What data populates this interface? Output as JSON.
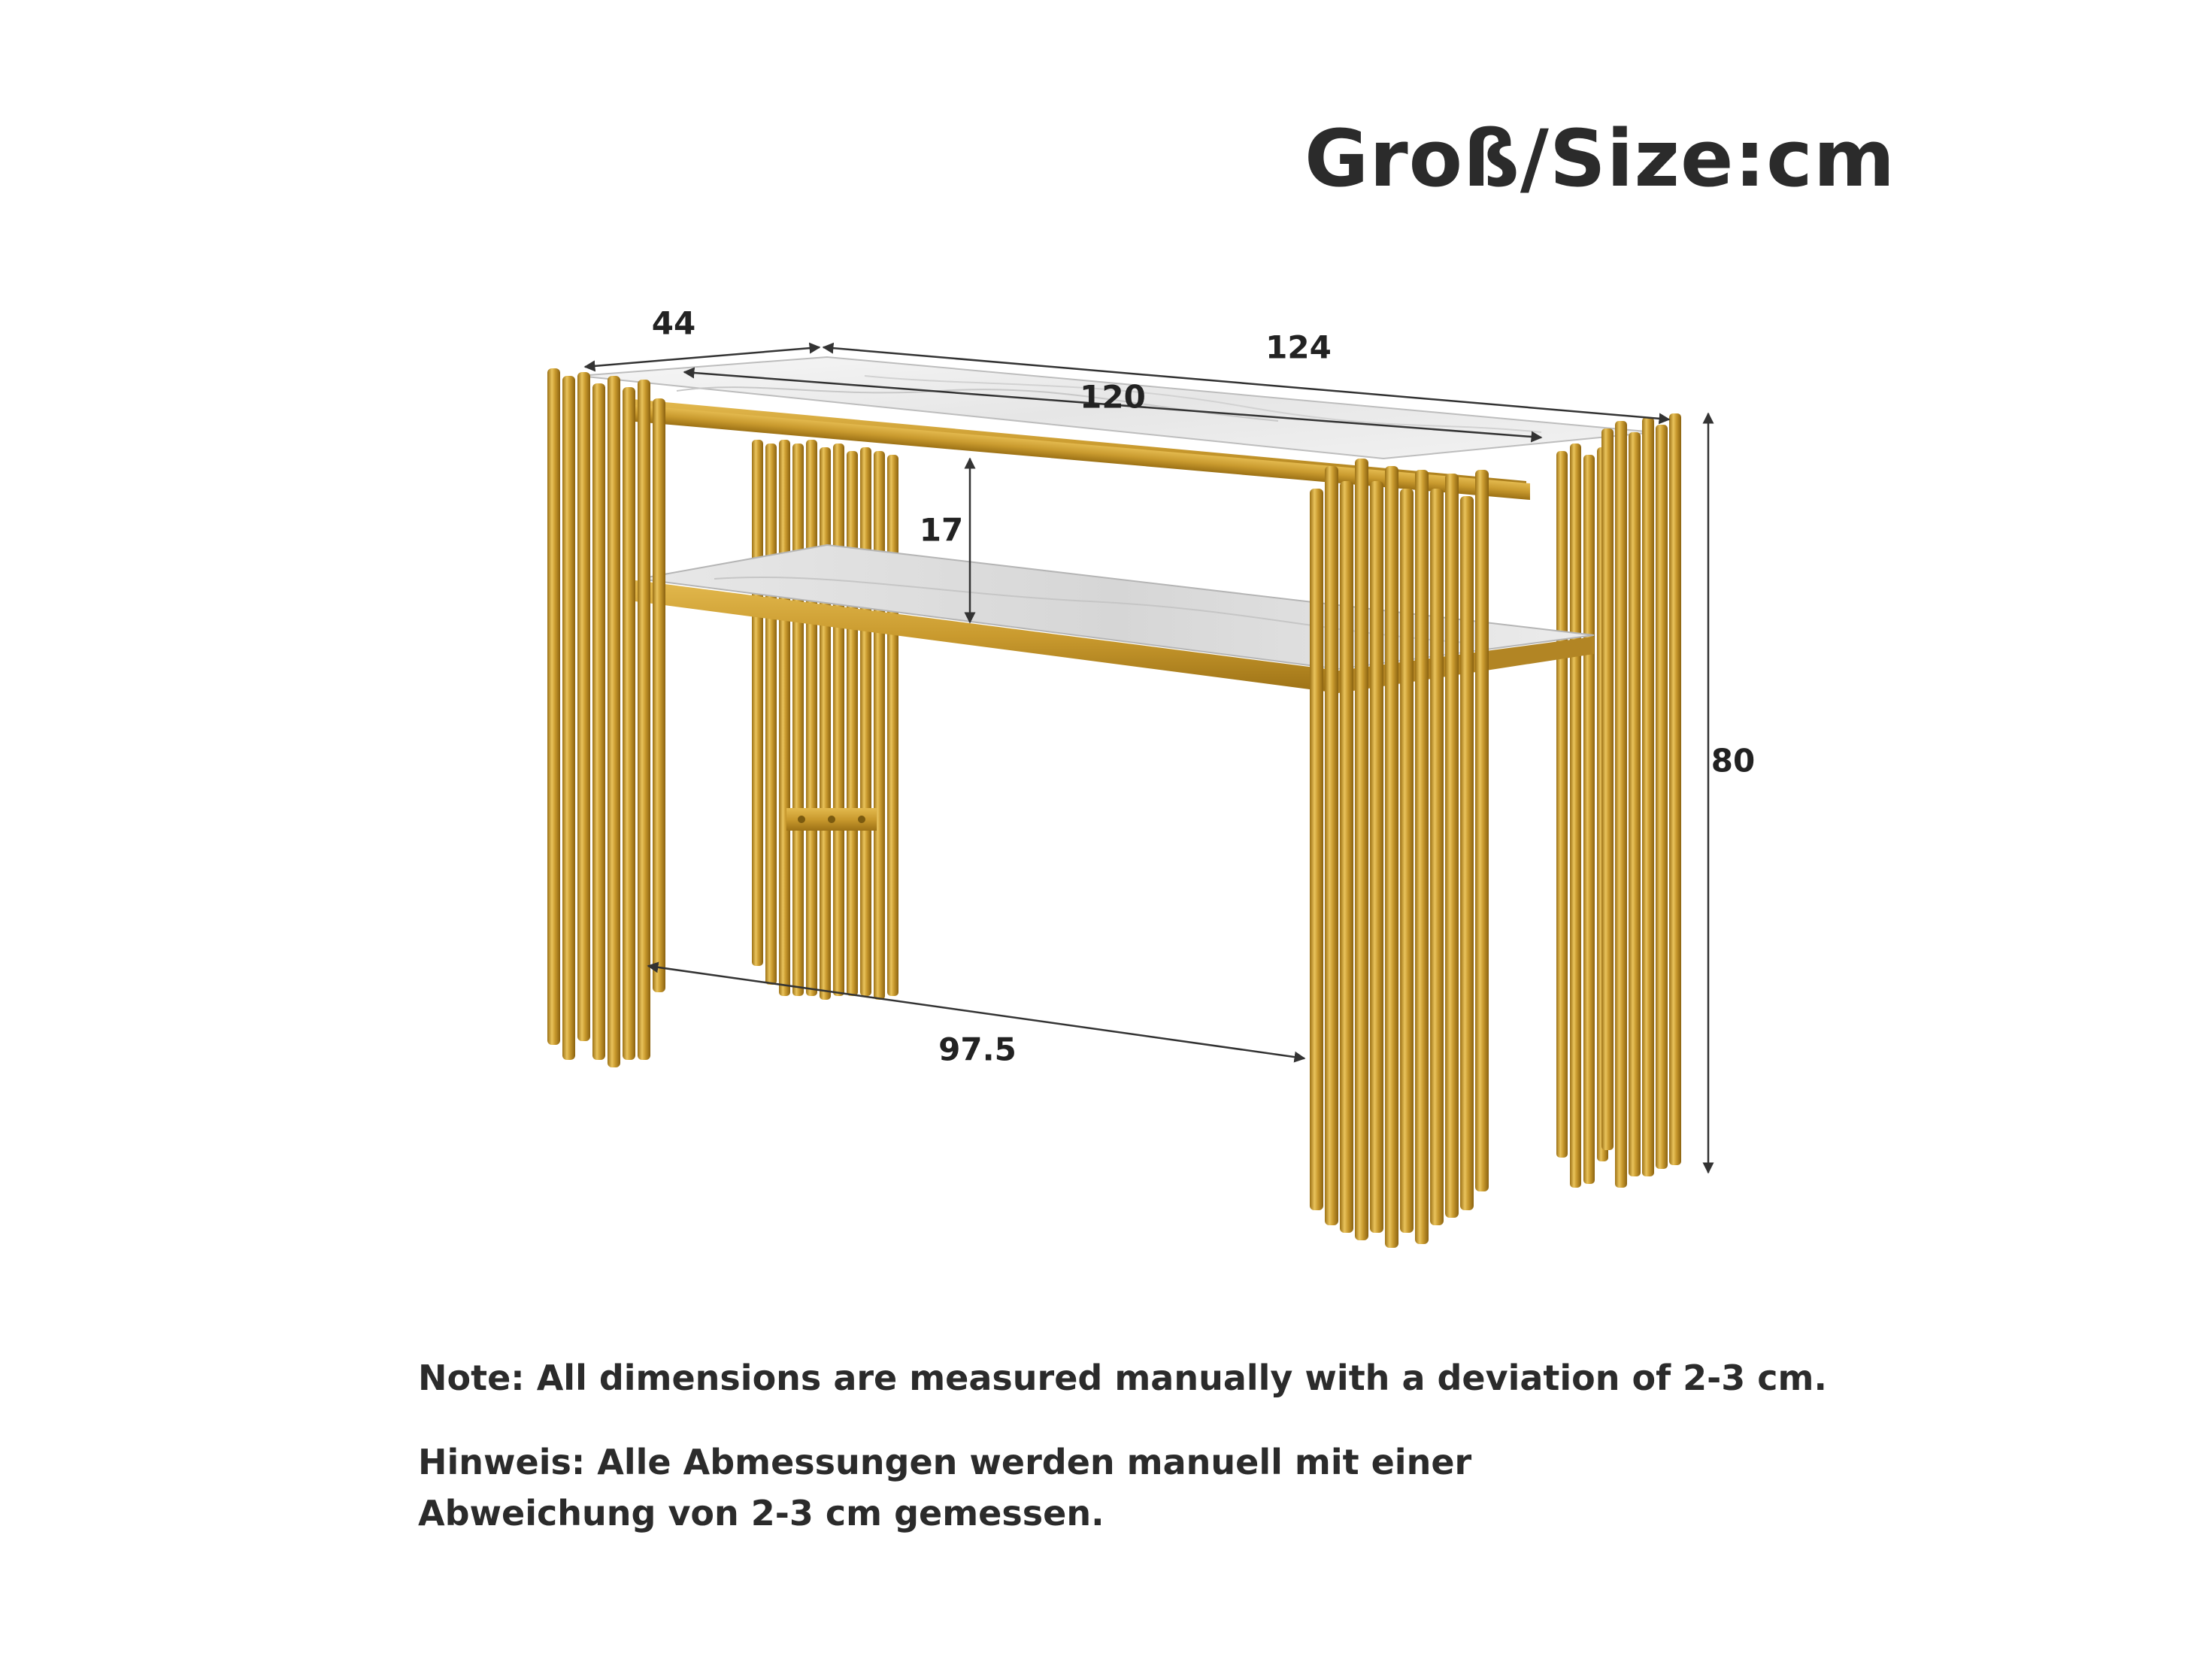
{
  "title": "Groß/Size:cm",
  "dimensions": {
    "depth": "44",
    "outer_length": "124",
    "top_length": "120",
    "shelf_gap": "17",
    "height": "80",
    "leg_spacing": "97.5"
  },
  "notes": {
    "english": "Note: All dimensions are measured manually with a deviation of 2-3 cm.",
    "german_line1": "Hinweis: Alle Abmessungen werden manuell mit einer",
    "german_line2": "Abweichung von 2-3 cm gemessen."
  },
  "colors": {
    "gold": "#c99a2e",
    "gold_dark": "#9c7115",
    "gold_light": "#e9c35c",
    "marble": "#eeeeee",
    "marble_vein": "#c8c8c8",
    "dimension_line": "#333333"
  }
}
